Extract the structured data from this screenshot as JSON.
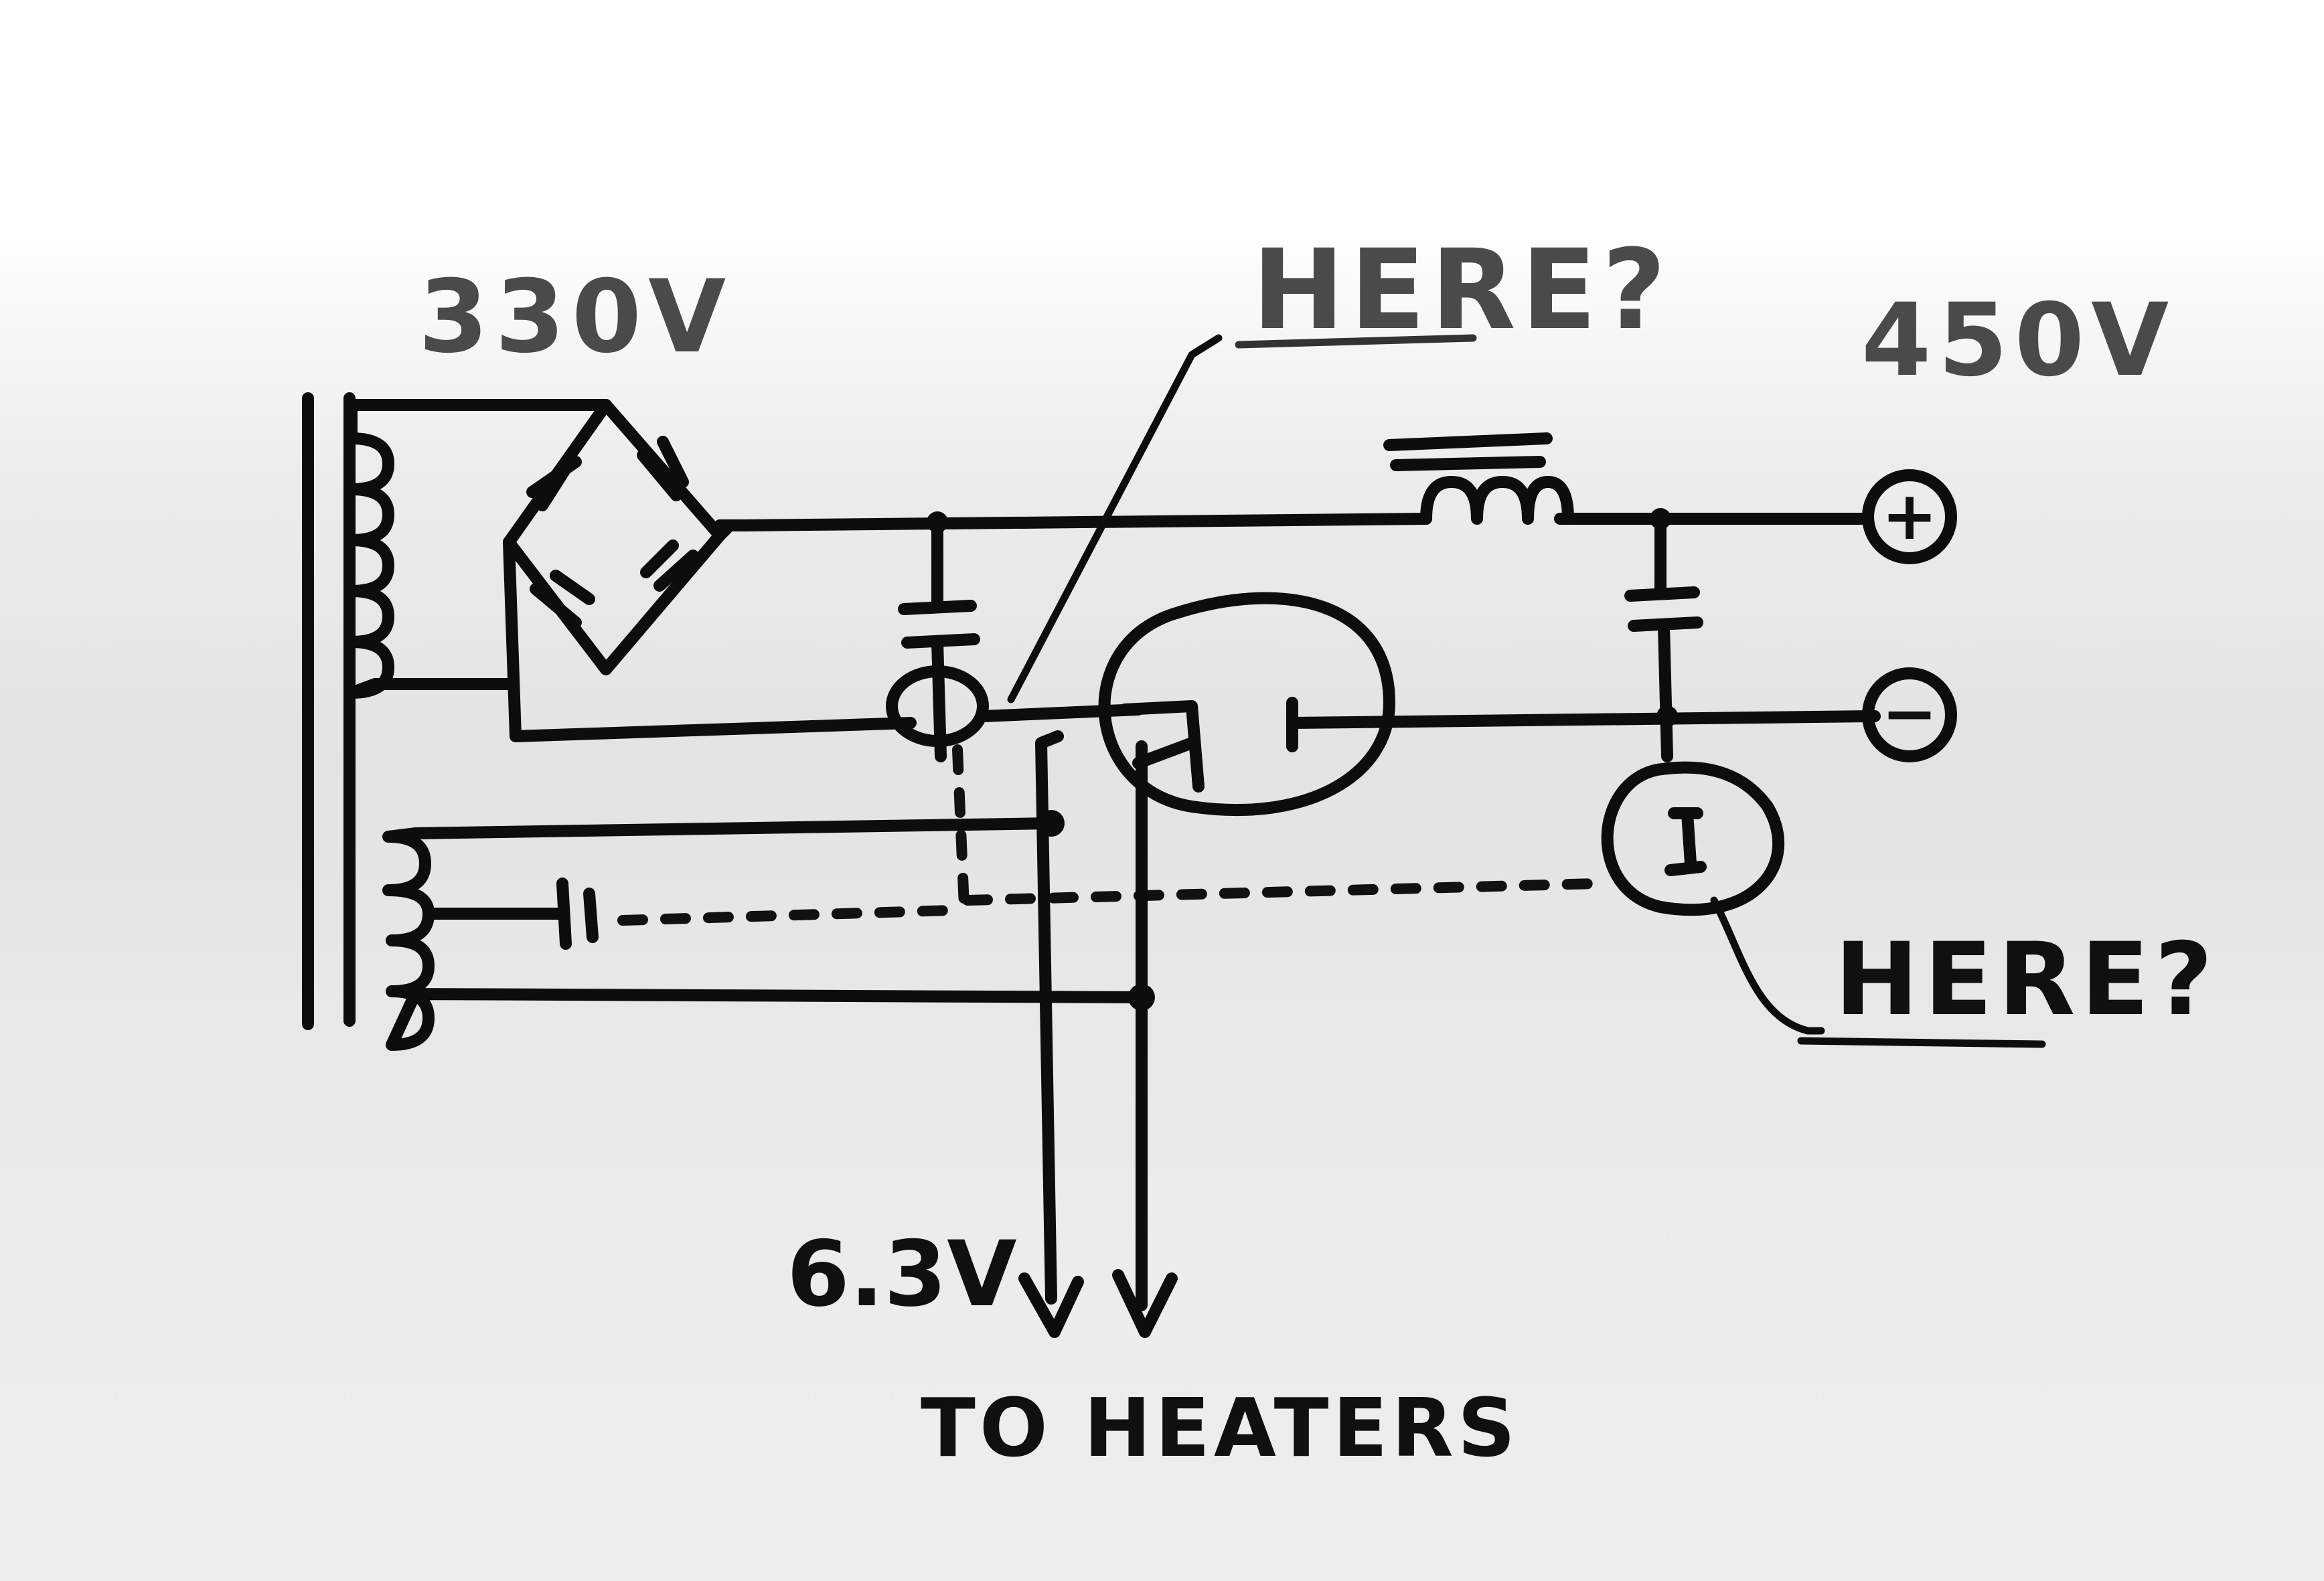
{
  "labels": {
    "transformer_voltage": "330V",
    "output_voltage": "450V",
    "question_top": "HERE?",
    "question_bottom": "HERE?",
    "heater_voltage": "6.3V",
    "heaters_caption": "TO HEATERS"
  },
  "terminals": {
    "positive_symbol": "+",
    "negative_symbol": "−"
  }
}
